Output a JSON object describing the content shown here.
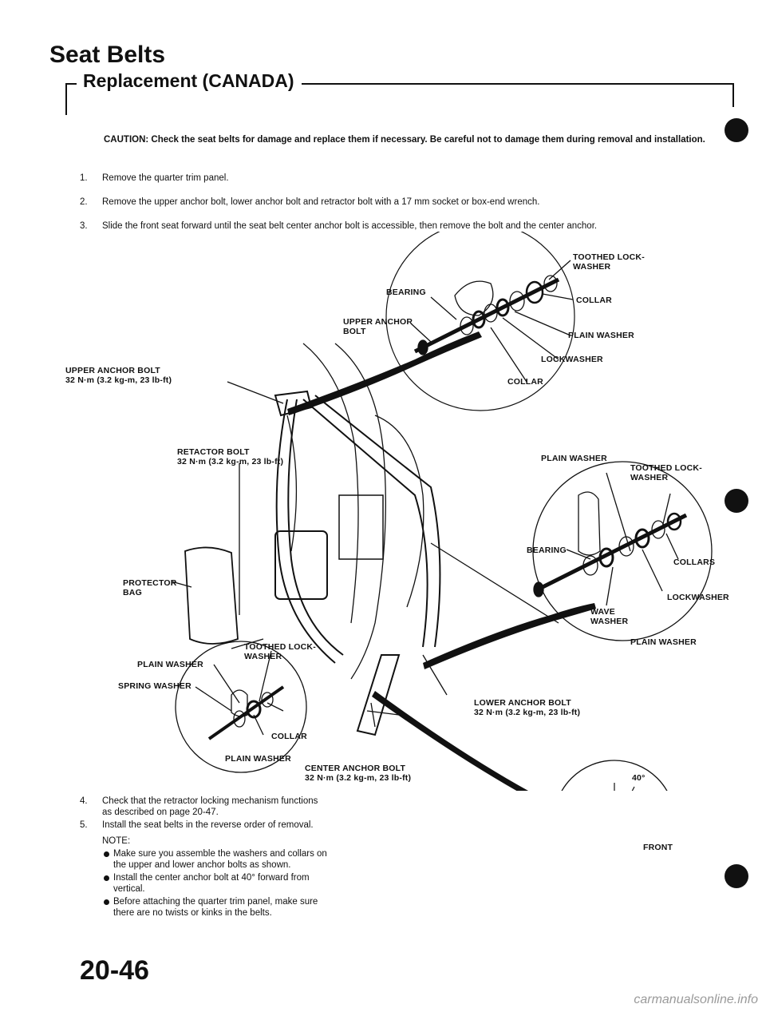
{
  "header": {
    "title": "Seat Belts",
    "subtitle": "Replacement (CANADA)"
  },
  "caution": "CAUTION: Check the seat belts for damage and replace them if necessary. Be careful not to damage them during removal and installation.",
  "steps_top": [
    {
      "num": "1.",
      "text": "Remove the quarter trim panel."
    },
    {
      "num": "2.",
      "text": "Remove the upper anchor bolt, lower anchor bolt and retractor bolt with a 17 mm socket or box-end wrench."
    },
    {
      "num": "3.",
      "text": "Slide the front seat forward until the seat belt center anchor bolt is accessible, then remove the bolt and the center anchor."
    }
  ],
  "labels": {
    "upper_toothed_lockwasher": "TOOTHED LOCK-",
    "upper_toothed_lockwasher_2": "WASHER",
    "upper_bearing": "BEARING",
    "upper_collar": "COLLAR",
    "upper_anchor_bolt_detail": "UPPER ANCHOR",
    "upper_anchor_bolt_detail_2": "BOLT",
    "upper_plain_washer": "PLAIN WASHER",
    "upper_lockwasher": "LOCKWASHER",
    "upper_collar_2": "COLLAR",
    "upper_anchor_bolt": "UPPER ANCHOR BOLT",
    "upper_anchor_bolt_torque": "32 N·m (3.2 kg-m, 23 lb-ft)",
    "retractor_bolt": "RETACTOR BOLT",
    "retractor_bolt_torque": "32 N·m (3.2 kg-m, 23 lb-ft)",
    "protector_bag": "PROTECTOR",
    "protector_bag_2": "BAG",
    "mid_toothed_lockwasher": "TOOTHED LOCK-",
    "mid_toothed_lockwasher_2": "WASHER",
    "mid_plain_washer": "PLAIN WASHER",
    "spring_washer": "SPRING WASHER",
    "mid_collar": "COLLAR",
    "mid_plain_washer_2": "PLAIN WASHER",
    "center_anchor_bolt": "CENTER ANCHOR BOLT",
    "center_anchor_bolt_torque": "32 N·m (3.2 kg-m, 23 lb-ft)",
    "lower_plain_washer": "PLAIN WASHER",
    "lower_toothed_lockwasher": "TOOTHED LOCK-",
    "lower_toothed_lockwasher_2": "WASHER",
    "lower_bearing": "BEARING",
    "lower_collars": "COLLARS",
    "lower_lockwasher": "LOCKWASHER",
    "wave_washer": "WAVE",
    "wave_washer_2": "WASHER",
    "lower_plain_washer_2": "PLAIN WASHER",
    "lower_anchor_bolt": "LOWER ANCHOR BOLT",
    "lower_anchor_bolt_torque": "32 N·m (3.2 kg-m, 23 lb-ft)",
    "angle": "40°",
    "front": "FRONT"
  },
  "steps_bottom": [
    {
      "num": "4.",
      "line1": "Check that the retractor locking mechanism functions",
      "line2": "as described on page 20-47."
    },
    {
      "num": "5.",
      "line1": "Install the seat belts in the reverse order of removal.",
      "line2": ""
    }
  ],
  "note": {
    "heading": "NOTE:",
    "items": [
      {
        "line1": "Make sure you assemble the washers and collars on",
        "line2": "the upper and lower anchor bolts as shown."
      },
      {
        "line1": "Install the center anchor bolt at 40° forward from",
        "line2": "vertical."
      },
      {
        "line1": "Before attaching the quarter trim panel, make sure",
        "line2": "there are no twists or kinks in the belts."
      }
    ]
  },
  "page_number": "20-46",
  "footer": "carmanualsonline.info"
}
